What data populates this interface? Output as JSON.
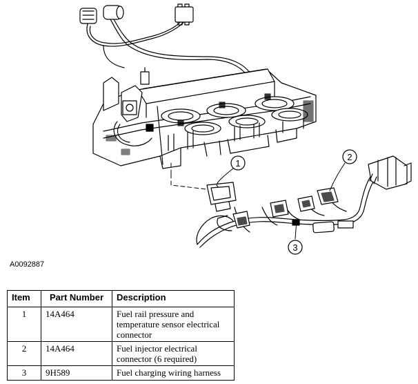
{
  "figure": {
    "id": "A0092887",
    "callouts": [
      "1",
      "2",
      "3"
    ]
  },
  "table": {
    "headers": [
      "Item",
      "Part Number",
      "Description"
    ],
    "rows": [
      {
        "item": "1",
        "part_number": "14A464",
        "description": "Fuel rail pressure and temperature sensor electrical connector"
      },
      {
        "item": "2",
        "part_number": "14A464",
        "description": "Fuel injector electrical connector (6 required)"
      },
      {
        "item": "3",
        "part_number": "9H589",
        "description": "Fuel charging wiring harness"
      }
    ]
  }
}
